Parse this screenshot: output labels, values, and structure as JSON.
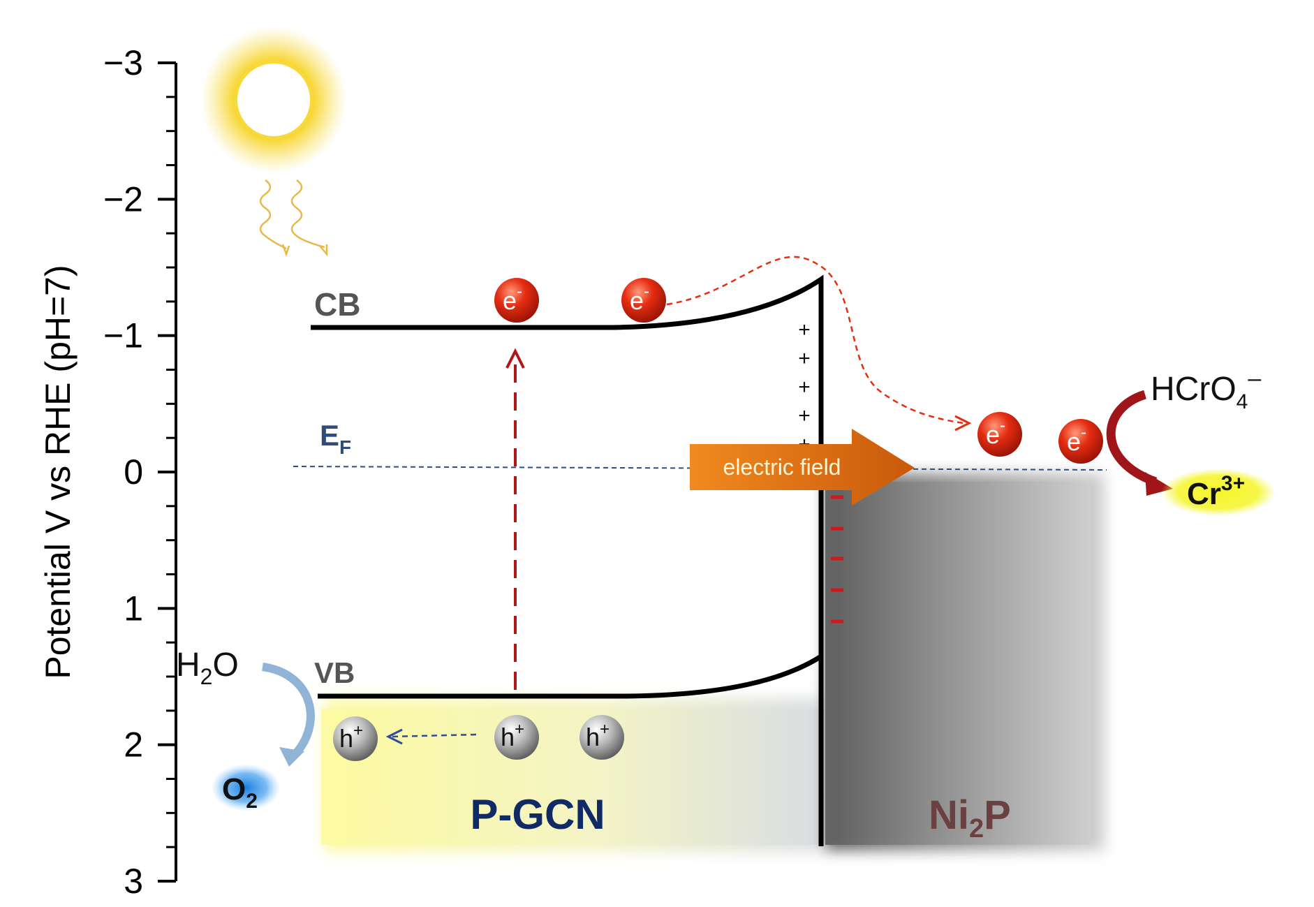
{
  "axis": {
    "ylabel": "Potential V vs RHE (pH=7)",
    "ticks": [
      "-3",
      "-2",
      "-1",
      "0",
      "1",
      "2",
      "3"
    ]
  },
  "bands": {
    "cb_label": "CB",
    "vb_label": "VB",
    "ef_label": "E",
    "ef_sub": "F"
  },
  "carriers": {
    "electron": "e",
    "electron_sup": "-",
    "hole": "h",
    "hole_sup": "+"
  },
  "materials": {
    "left": "P-GCN",
    "right_main": "Ni",
    "right_sub": "2",
    "right_tail": "P"
  },
  "field_label": "electric field",
  "reactions": {
    "h2o_a": "H",
    "h2o_sub": "2",
    "h2o_b": "O",
    "o2_a": "O",
    "o2_sub": "2",
    "hcro4_a": "HCrO",
    "hcro4_sub": "4",
    "hcro4_sup": "–",
    "cr_a": "Cr",
    "cr_sup": "3+"
  },
  "charges": {
    "plus": "+",
    "minus": "–"
  },
  "colors": {
    "electron": "#e52d12",
    "hole": "#8a8a8a",
    "field_arrow": "#e07516",
    "ef_label": "#2f4d78",
    "pgcn_label": "#102a66",
    "ni2p_label": "#6b4040",
    "highlight": "#f5f52a",
    "o2_glow": "#1a7fe0"
  }
}
